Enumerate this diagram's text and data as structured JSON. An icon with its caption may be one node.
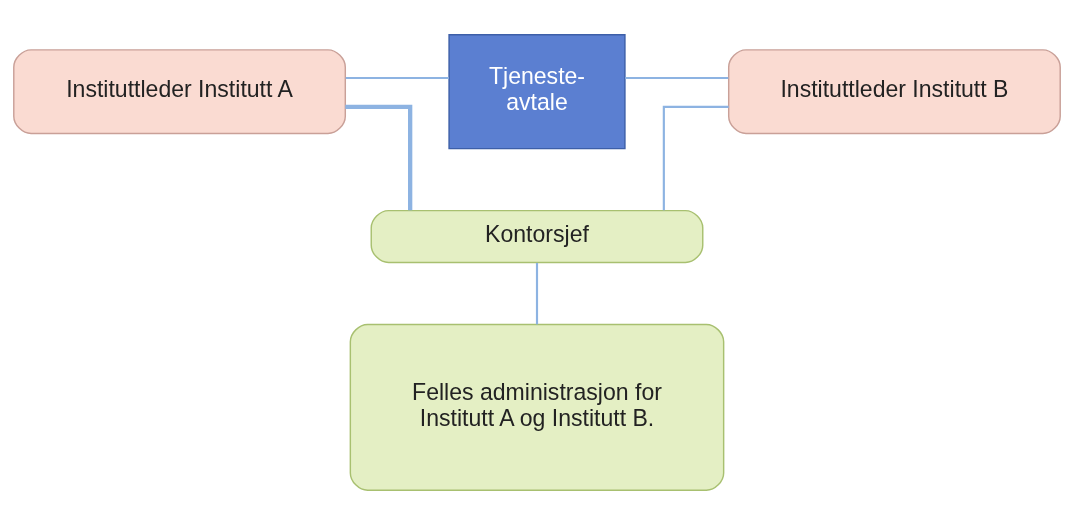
{
  "diagram": {
    "nodes": [
      {
        "text": [
          "Instituttleder Institutt A"
        ]
      },
      {
        "text": [
          "Tjeneste- avtale"
        ]
      },
      {
        "text": [
          "Instituttleder Institutt B"
        ]
      },
      {
        "text": [
          "Kontorsjef"
        ]
      },
      {
        "text": [
          "Felles administrasjon for Institutt A og Institutt B."
        ]
      }
    ],
    "edges": [
      {
        "from": 0,
        "to": 1,
        "arrow": "none"
      },
      {
        "from": 1,
        "to": 2,
        "arrow": "none"
      },
      {
        "from": 0,
        "to": 3,
        "arrow": "none",
        "style": "thick"
      },
      {
        "from": 2,
        "to": 3,
        "arrow": "none"
      },
      {
        "from": 3,
        "to": 4,
        "arrow": "none"
      }
    ]
  }
}
